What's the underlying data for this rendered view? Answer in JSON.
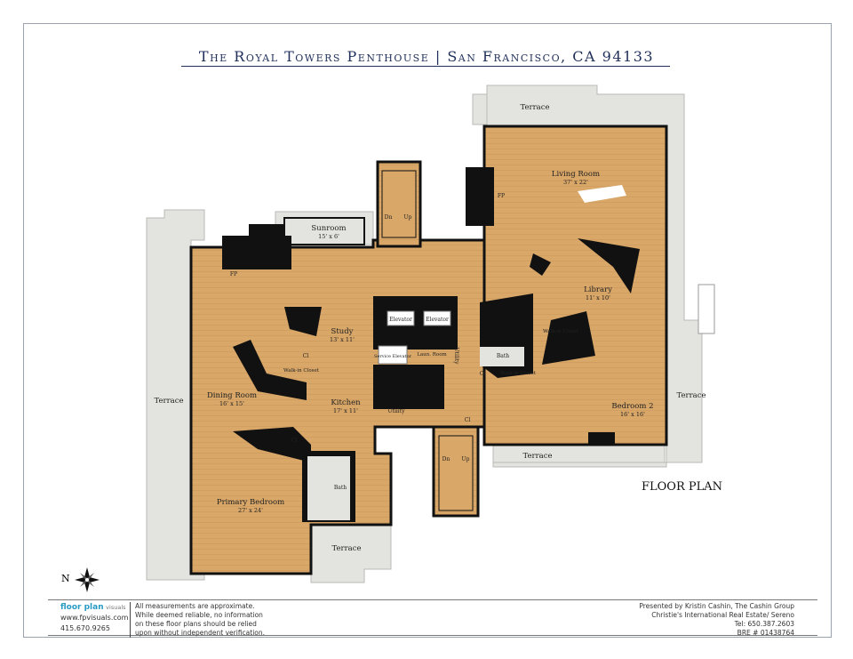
{
  "title": {
    "left": "The Royal Towers Penthouse",
    "separator": "|",
    "right": "San Francisco, CA 94133"
  },
  "plan_label": "FLOOR PLAN",
  "compass": {
    "label": "N",
    "icon": "compass-rose-icon"
  },
  "rooms": {
    "terrace_top": "Terrace",
    "living": {
      "name": "Living Room",
      "dim": "37' x 22'"
    },
    "fp_living": "FP",
    "sunroom": {
      "name": "Sunroom",
      "dim": "15' x 6'"
    },
    "stair_top": {
      "dn": "Dn",
      "up": "Up"
    },
    "fp_left": "FP",
    "library": {
      "name": "Library",
      "dim": "11' x 10'"
    },
    "study": {
      "name": "Study",
      "dim": "13' x 11'"
    },
    "elevator1": "Elevator",
    "elevator2": "Elevator",
    "service_elevator": "Service Elevator",
    "laundry": "Laun. Room",
    "utility_vert": "Utility",
    "cl_study": "Cl",
    "walkin_left": "Walk-in Closet",
    "dining": {
      "name": "Dining Room",
      "dim": "16' x 15'"
    },
    "kitchen": {
      "name": "Kitchen",
      "dim": "17' x 11'"
    },
    "utility": "Utility",
    "cl_mid": "Cl",
    "cl_center": "Cl",
    "bath_right": "Bath",
    "walkin_right1": "Walk-in Closet",
    "walkin_right2": "Walk-in Closet",
    "bedroom2": {
      "name": "Bedroom 2",
      "dim": "16' x 16'"
    },
    "terrace_left": "Terrace",
    "terrace_right": "Terrace",
    "terrace_bottom_right": "Terrace",
    "cl_primary": "Cl",
    "primary": {
      "name": "Primary Bedroom",
      "dim": "27' x 24'"
    },
    "bath_primary": "Bath",
    "terrace_bottom": "Terrace",
    "stair_bottom": {
      "dn": "Dn",
      "up": "Up"
    }
  },
  "footer": {
    "brand": "floor plan",
    "brand_sub": "visuals",
    "website": "www.fpvisuals.com",
    "phone": "415.670.9265",
    "disclaimer": [
      "All measurements are approximate.",
      "While deemed reliable, no information",
      "on these floor plans should be relied",
      "upon without independent verification."
    ],
    "presenter": [
      "Presented by Kristin Cashin, The Cashin Group",
      "Christie's International Real Estate/ Sereno",
      "Tel: 650.387.2603",
      "BRE # 01438764"
    ]
  },
  "colors": {
    "floor": "#d9a768",
    "wall": "#111111",
    "terrace": "#e3e3df",
    "title": "#1f2f5a"
  }
}
